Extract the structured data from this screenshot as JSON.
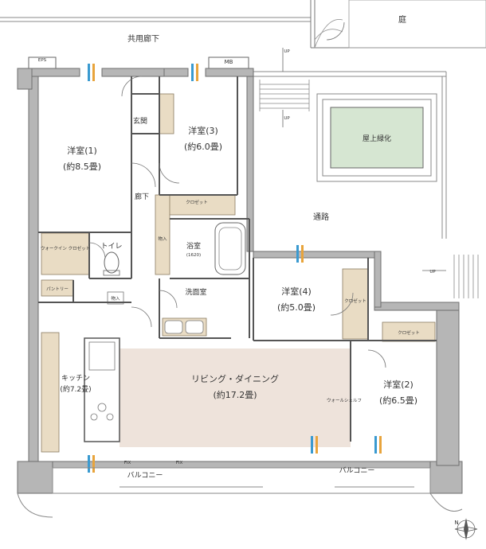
{
  "colors": {
    "wall": "#b6b6b6",
    "wall_edge": "#6f6f6f",
    "living": "#eee3db",
    "storage": "#e9dcc4",
    "green_area": "#d6e6d2",
    "window_blue": "#3a9ad0",
    "window_orange": "#e8a43c",
    "line": "#555555"
  },
  "labels": {
    "common_corridor": "共用廊下",
    "garden": "庭",
    "eps": "EPS",
    "mb": "MB",
    "up1": "UP",
    "up2": "UP",
    "up3": "UP",
    "rooftop_green": "屋上緑化",
    "passage": "通路",
    "entrance": "玄関",
    "corridor": "廊下",
    "room1_name": "洋室(1)",
    "room1_size": "(約8.5畳)",
    "room3_name": "洋室(3)",
    "room3_size": "(約6.0畳)",
    "room4_name": "洋室(4)",
    "room4_size": "(約5.0畳)",
    "room2_name": "洋室(2)",
    "room2_size": "(約6.5畳)",
    "living_name": "リビング・ダイニング",
    "living_size": "(約17.2畳)",
    "kitchen_name": "キッチン",
    "kitchen_size": "(約7.2畳)",
    "toilet": "トイレ",
    "bath": "浴室",
    "bath_size": "(1620)",
    "washroom": "洗面室",
    "walk_in": "ウォークイン\nクロゼット",
    "closet": "クロゼット",
    "pantry": "パントリー",
    "storage_mono": "物入",
    "balcony_left": "バルコニー",
    "balcony_right": "バルコニー",
    "fix_left": "FIX",
    "fix_right": "FIX",
    "wall_glass": "ウォールシェルフ",
    "compass_n": "N"
  }
}
